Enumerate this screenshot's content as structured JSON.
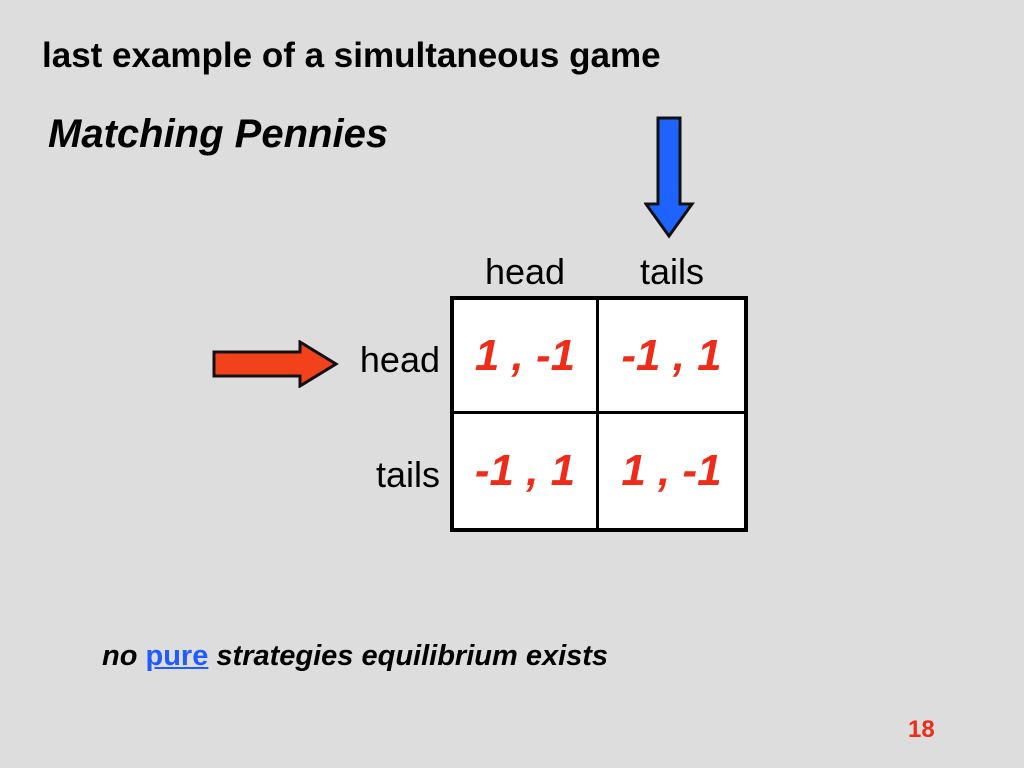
{
  "slide": {
    "title": "last example of a simultaneous game",
    "subtitle": "Matching Pennies",
    "column_labels": [
      "head",
      "tails"
    ],
    "row_labels": [
      "head",
      "tails"
    ],
    "payoffs": [
      [
        "1 , -1",
        "-1 , 1"
      ],
      [
        "-1 , 1",
        "1 , -1"
      ]
    ],
    "footer": {
      "before": "no",
      "highlight": "pure",
      "after": "strategies equilibrium exists"
    },
    "page_number": "18"
  },
  "colors": {
    "background": "#dddddd",
    "payoff_text": "#ef2b1a",
    "highlight_text": "#1f5bff",
    "down_arrow_fill": "#1f63ff",
    "right_arrow_fill": "#f2421c"
  },
  "icons": {
    "column_arrow": "arrow-down-icon",
    "row_arrow": "arrow-right-icon"
  }
}
